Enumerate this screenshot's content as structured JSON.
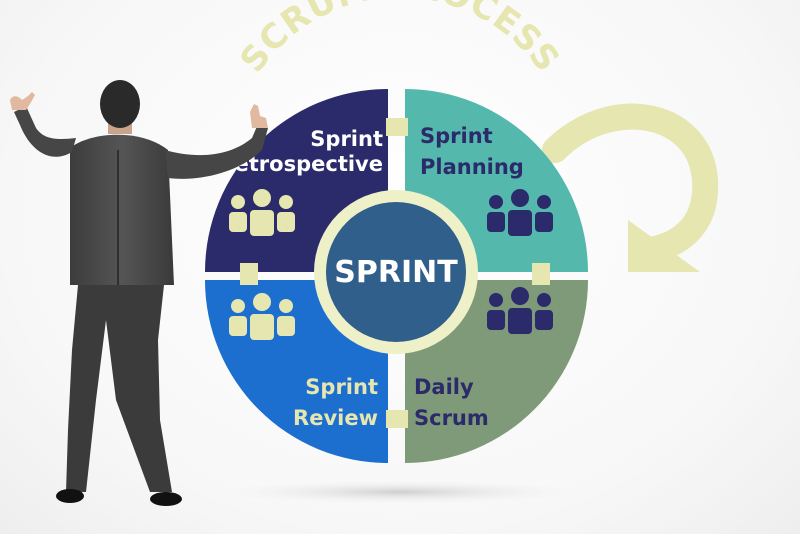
{
  "diagram": {
    "arc_title": "SCRUM PROCESS",
    "center_label": "SPRINT",
    "quadrants": [
      {
        "line1": "Sprint",
        "line2": "Retrospective",
        "color": "#2b2a6b",
        "text_color": "#ffffff",
        "icon_color": "#e6e6b0"
      },
      {
        "line1": "Sprint",
        "line2": "Planning",
        "color": "#55b8ad",
        "text_color": "#2b2a6b",
        "icon_color": "#2b2a6b"
      },
      {
        "line1": "Sprint",
        "line2": "Review",
        "color": "#1d6fcf",
        "text_color": "#e6e6b0",
        "icon_color": "#e6e6b0"
      },
      {
        "line1": "Daily",
        "line2": "Scrum",
        "color": "#7f9a78",
        "text_color": "#2b2a6b",
        "icon_color": "#2b2a6b"
      }
    ],
    "colors": {
      "arc_title": "#e6e6b0",
      "cycle_arrow": "#e6e6b0",
      "center_fill": "#2f5f8a",
      "center_ring": "#eef0c8",
      "center_text": "#ffffff",
      "suit": "#4a4a4a"
    }
  }
}
